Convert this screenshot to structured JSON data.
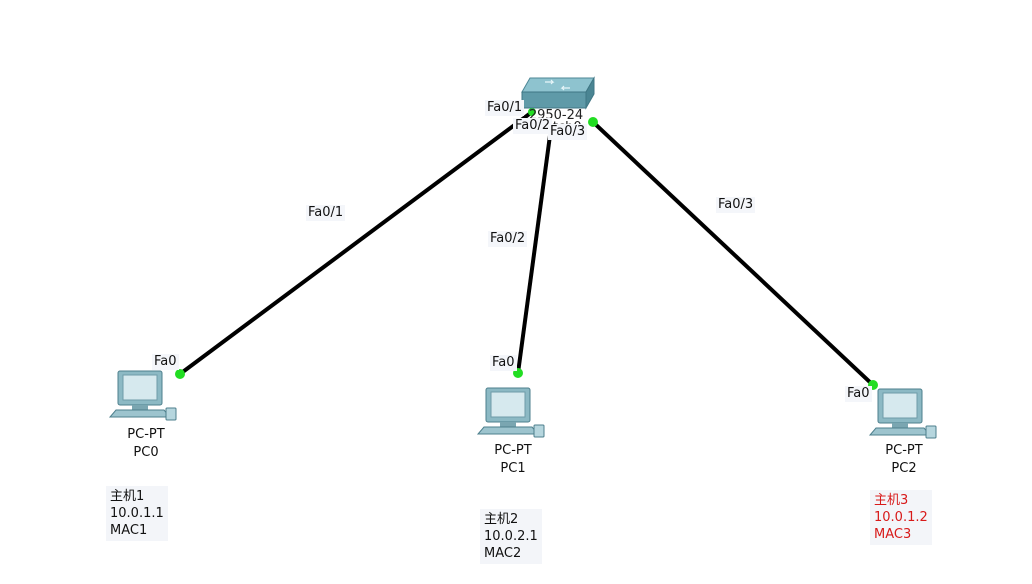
{
  "switch": {
    "model": "2950-24",
    "name": "Switch0"
  },
  "links": [
    {
      "device_port": "Fa0",
      "switch_port": "Fa0/1",
      "label": "Fa0/1"
    },
    {
      "device_port": "Fa0",
      "switch_port": "Fa0/2",
      "label": "Fa0/2"
    },
    {
      "device_port": "Fa0",
      "switch_port": "Fa0/3",
      "label": "Fa0/3"
    }
  ],
  "pcs": [
    {
      "type": "PC-PT",
      "name": "PC0",
      "note": [
        "主机1",
        "10.0.1.1",
        "MAC1"
      ]
    },
    {
      "type": "PC-PT",
      "name": "PC1",
      "note": [
        "主机2",
        "10.0.2.1",
        "MAC2"
      ]
    },
    {
      "type": "PC-PT",
      "name": "PC2",
      "note": [
        "主机3",
        "10.0.1.2",
        "MAC3"
      ]
    }
  ],
  "colors": {
    "link": "#000000",
    "link_status": "#22dd22",
    "note_highlight": "#d81a1a",
    "device": "#5f9aa8"
  }
}
